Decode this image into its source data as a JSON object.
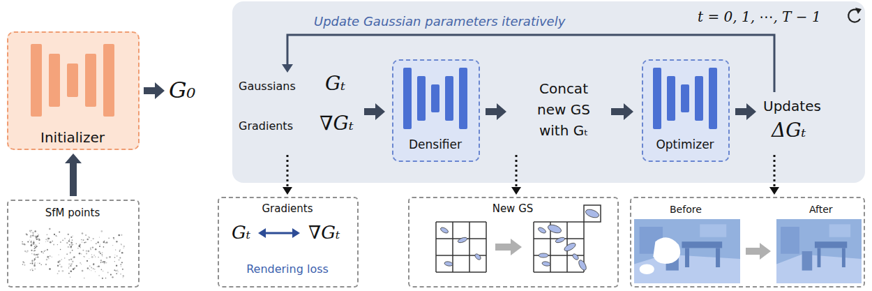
{
  "diagram": {
    "nodes": [
      {
        "text": [
          "Initializer"
        ]
      },
      {
        "text": [
          "SfM points"
        ]
      },
      {
        "text": [
          "Update Gaussian parameters iteratively",
          "t = 0, 1, ⋯, T − 1",
          "Gaussians",
          "Gₜ",
          "Gradients",
          "∇Gₜ",
          "Concat new GS with Gₜ",
          "Updates",
          "ΔGₜ"
        ]
      },
      {
        "text": [
          "Densifier"
        ],
        "in": 2
      },
      {
        "text": [
          "Optimizer"
        ],
        "in": 2
      },
      {
        "text": [
          "Gradients",
          "Gₜ",
          "∇Gₜ",
          "Rendering loss"
        ]
      },
      {
        "text": [
          "New GS"
        ]
      },
      {
        "text": [
          "Before",
          "After"
        ]
      }
    ],
    "edges": [
      {
        "from": 1,
        "to": 0,
        "arrow": "to"
      },
      {
        "from": 2,
        "to": 5,
        "arrow": "to"
      },
      {
        "from": 2,
        "to": 6,
        "arrow": "to"
      },
      {
        "from": 2,
        "to": 7,
        "arrow": "to"
      }
    ],
    "labels": [
      "G₀"
    ]
  }
}
